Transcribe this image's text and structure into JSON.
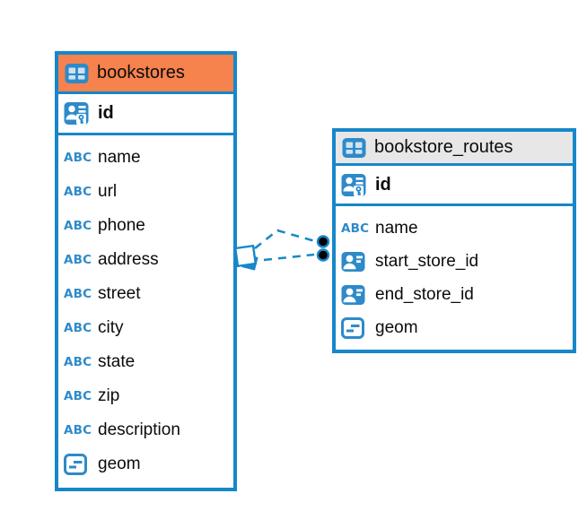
{
  "colors": {
    "accent_blue": "#1787C9",
    "icon_blue": "#2E8AC9",
    "bookstores_header_orange": "#F6824D",
    "routes_header_gray": "#E7E7E7",
    "relationship_dot_black": "#000000",
    "text": "#0B0B0B"
  },
  "icons": {
    "varchar_label": "ABC",
    "table_icon": "table-grid-icon",
    "primary_key_icon": "person-key-icon",
    "foreign_key_icon": "person-card-icon",
    "geometry_icon": "geometry-box-icon"
  },
  "tables": [
    {
      "name": "bookstores",
      "primary_key": "id",
      "columns": [
        "name",
        "url",
        "phone",
        "address",
        "street",
        "city",
        "state",
        "zip",
        "description",
        "geom"
      ]
    },
    {
      "name": "bookstore_routes",
      "primary_key": "id",
      "columns": [
        "name",
        "start_store_id",
        "end_store_id",
        "geom"
      ]
    }
  ],
  "relationship": {
    "between": "bookstores — bookstore_routes",
    "line_style": "dashed",
    "source_marker": "diamond",
    "target_marker": "two-black-dots"
  }
}
